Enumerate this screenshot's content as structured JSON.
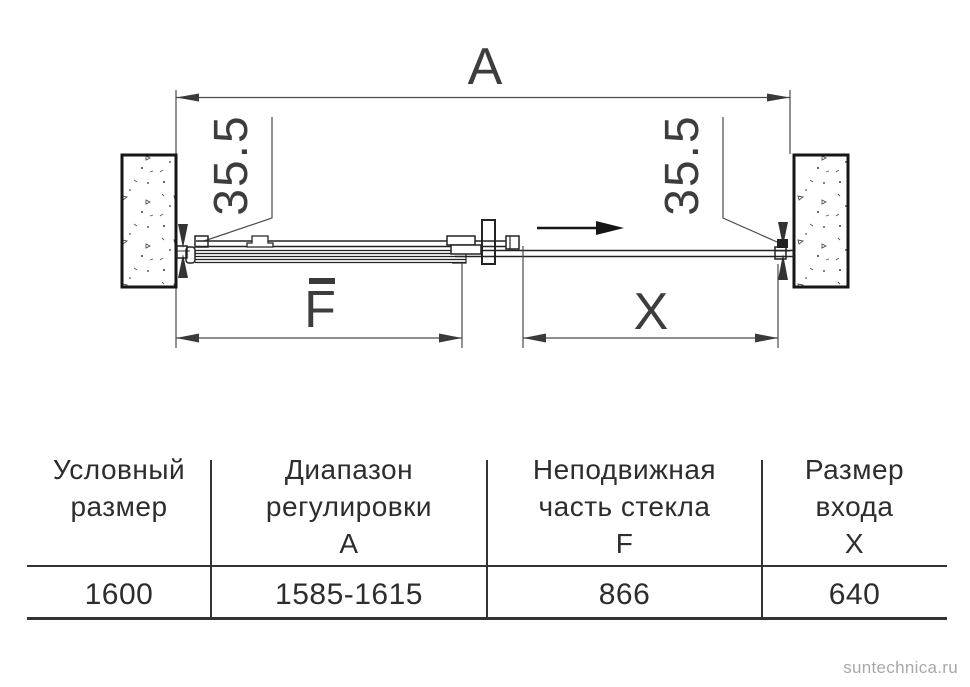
{
  "diagram": {
    "overall_width_label": "A",
    "fixed_glass_label": "F",
    "entry_width_label": "X",
    "left_wall_offset": "35.5",
    "right_wall_offset": "35.5"
  },
  "table": {
    "columns": [
      {
        "header_line1": "Условный",
        "header_line2": "размер",
        "header_line3": "",
        "value": "1600"
      },
      {
        "header_line1": "Диапазон",
        "header_line2": "регулировки",
        "header_line3": "А",
        "value": "1585-1615"
      },
      {
        "header_line1": "Неподвижная",
        "header_line2": "часть стекла",
        "header_line3": "F",
        "value": "866"
      },
      {
        "header_line1": "Размер",
        "header_line2": "входа",
        "header_line3": "Х",
        "value": "640"
      }
    ]
  },
  "watermark": "suntechnica.ru",
  "colors": {
    "drawing_line": "#232323",
    "dimension_line": "#4a4a4a",
    "text": "#2d2d2d",
    "watermark": "#a8a8a8"
  }
}
